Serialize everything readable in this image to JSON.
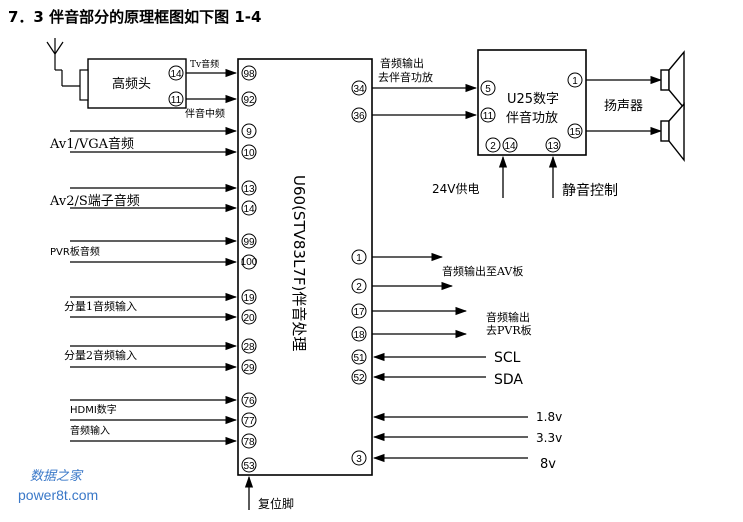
{
  "title": "7．3 伴音部分的原理框图如下图 1-4",
  "tuner": {
    "label": "高频头",
    "pins": [
      "14",
      "11"
    ]
  },
  "main_chip": {
    "label": "U60(STV83L7F)伴音处理"
  },
  "amp_chip": {
    "label_line1": "U25数字",
    "label_line2": "伴音功放",
    "pins": [
      "5",
      "11",
      "2",
      "14",
      "13",
      "1",
      "15"
    ]
  },
  "speaker": {
    "label": "扬声器"
  },
  "amp_supply": "24V供电",
  "amp_mute": "静音控制",
  "audio_out_to_amp": [
    "音频输出",
    "去伴音功放"
  ],
  "left_inputs": [
    {
      "label": "Tv音频",
      "pin": "98"
    },
    {
      "label": "伴音中频",
      "pin": "92"
    },
    {
      "label": "Av1/VGA音频",
      "pins": [
        "9",
        "10"
      ]
    },
    {
      "label": "Av2/S端子音频",
      "pins": [
        "13",
        "14"
      ]
    },
    {
      "label": "PVR板音频",
      "pins": [
        "99",
        "100"
      ]
    },
    {
      "label": "分量1音频输入",
      "pins": [
        "19",
        "20"
      ]
    },
    {
      "label": "分量2音频输入",
      "pins": [
        "28",
        "29"
      ]
    },
    {
      "label_line1": "HDMI数字",
      "label_line2": "音频输入",
      "pins": [
        "76",
        "77",
        "78"
      ]
    }
  ],
  "reset": {
    "label": "复位脚",
    "pin": "53"
  },
  "right_pins": {
    "to_amp": [
      "34",
      "36"
    ],
    "av_out": {
      "pins": [
        "1",
        "2"
      ],
      "label": "音频输出至AV板"
    },
    "pvr_out": {
      "pins": [
        "17",
        "18"
      ],
      "label_line1": "音频输出",
      "label_line2": "去PVR板"
    },
    "scl": {
      "pin": "51",
      "label": "SCL"
    },
    "sda": {
      "pin": "52",
      "label": "SDA"
    },
    "v18": {
      "label": "1.8v"
    },
    "v33": {
      "label": "3.3v"
    },
    "v8": {
      "pin": "3",
      "label": "8v"
    }
  },
  "watermark": {
    "line1": "数据之家",
    "line2": "power8t.com"
  }
}
